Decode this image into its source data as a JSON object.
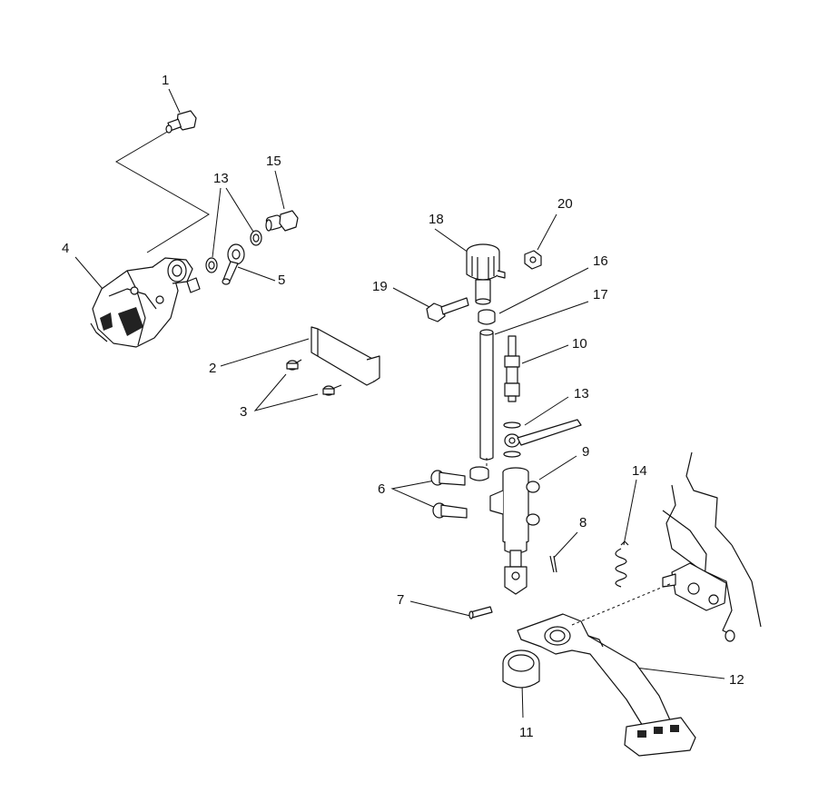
{
  "callouts": [
    {
      "id": "1",
      "text": "1"
    },
    {
      "id": "2",
      "text": "2"
    },
    {
      "id": "3",
      "text": "3"
    },
    {
      "id": "4",
      "text": "4"
    },
    {
      "id": "5",
      "text": "5"
    },
    {
      "id": "6",
      "text": "6"
    },
    {
      "id": "7",
      "text": "7"
    },
    {
      "id": "8",
      "text": "8"
    },
    {
      "id": "9",
      "text": "9"
    },
    {
      "id": "10",
      "text": "10"
    },
    {
      "id": "11",
      "text": "11"
    },
    {
      "id": "12",
      "text": "12"
    },
    {
      "id": "13a",
      "text": "13"
    },
    {
      "id": "13b",
      "text": "13"
    },
    {
      "id": "14",
      "text": "14"
    },
    {
      "id": "15",
      "text": "15"
    },
    {
      "id": "16",
      "text": "16"
    },
    {
      "id": "17",
      "text": "17"
    },
    {
      "id": "18",
      "text": "18"
    },
    {
      "id": "19",
      "text": "19"
    },
    {
      "id": "20",
      "text": "20"
    }
  ]
}
